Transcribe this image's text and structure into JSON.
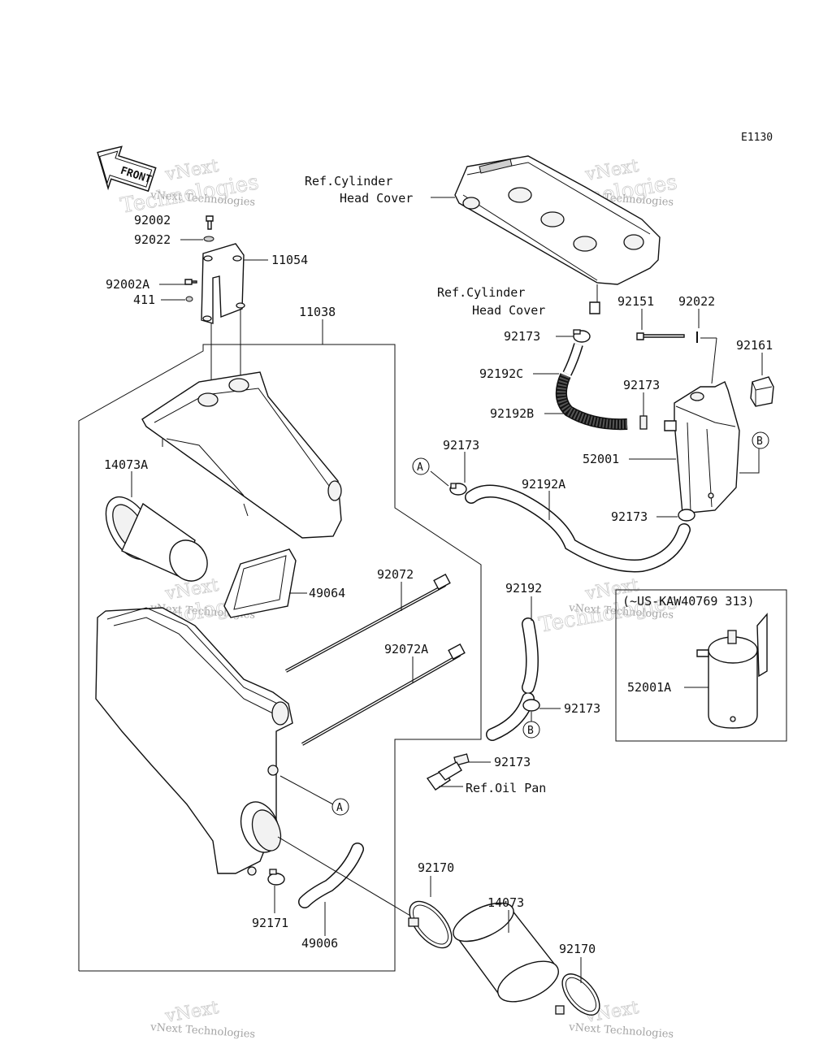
{
  "diagram_code": "E1130",
  "front_label": "FRONT",
  "watermark": {
    "line1": "vNext",
    "line2": "Technologies",
    "line3": "vNext Technologies"
  },
  "refs": {
    "cylinder_head_cover_1_line1": "Ref.Cylinder",
    "cylinder_head_cover_1_line2": "Head Cover",
    "cylinder_head_cover_2_line1": "Ref.Cylinder",
    "cylinder_head_cover_2_line2": "Head Cover",
    "oil_pan": "Ref.Oil Pan"
  },
  "callouts": {
    "A1": "A",
    "A2": "A",
    "B1": "B",
    "B2": "B"
  },
  "inset_note": "(~US-KAW40769 313)",
  "parts": {
    "p92002": "92002",
    "p92022a": "92022",
    "p11054": "11054",
    "p92002A": "92002A",
    "p411": "411",
    "p11038": "11038",
    "p14073A": "14073A",
    "p49064": "49064",
    "p92072": "92072",
    "p92072A": "92072A",
    "p92173a": "92173",
    "p92192C": "92192C",
    "p92192B": "92192B",
    "p92151": "92151",
    "p92022b": "92022",
    "p92161": "92161",
    "p92173b": "92173",
    "p52001": "52001",
    "p92173c": "92173",
    "p92192A": "92192A",
    "p92173d": "92173",
    "p92192": "92192",
    "p92173e": "92173",
    "p92173f": "92173",
    "p52001A": "52001A",
    "p92170a": "92170",
    "p14073": "14073",
    "p92170b": "92170",
    "p92171": "92171",
    "p49006": "49006"
  }
}
